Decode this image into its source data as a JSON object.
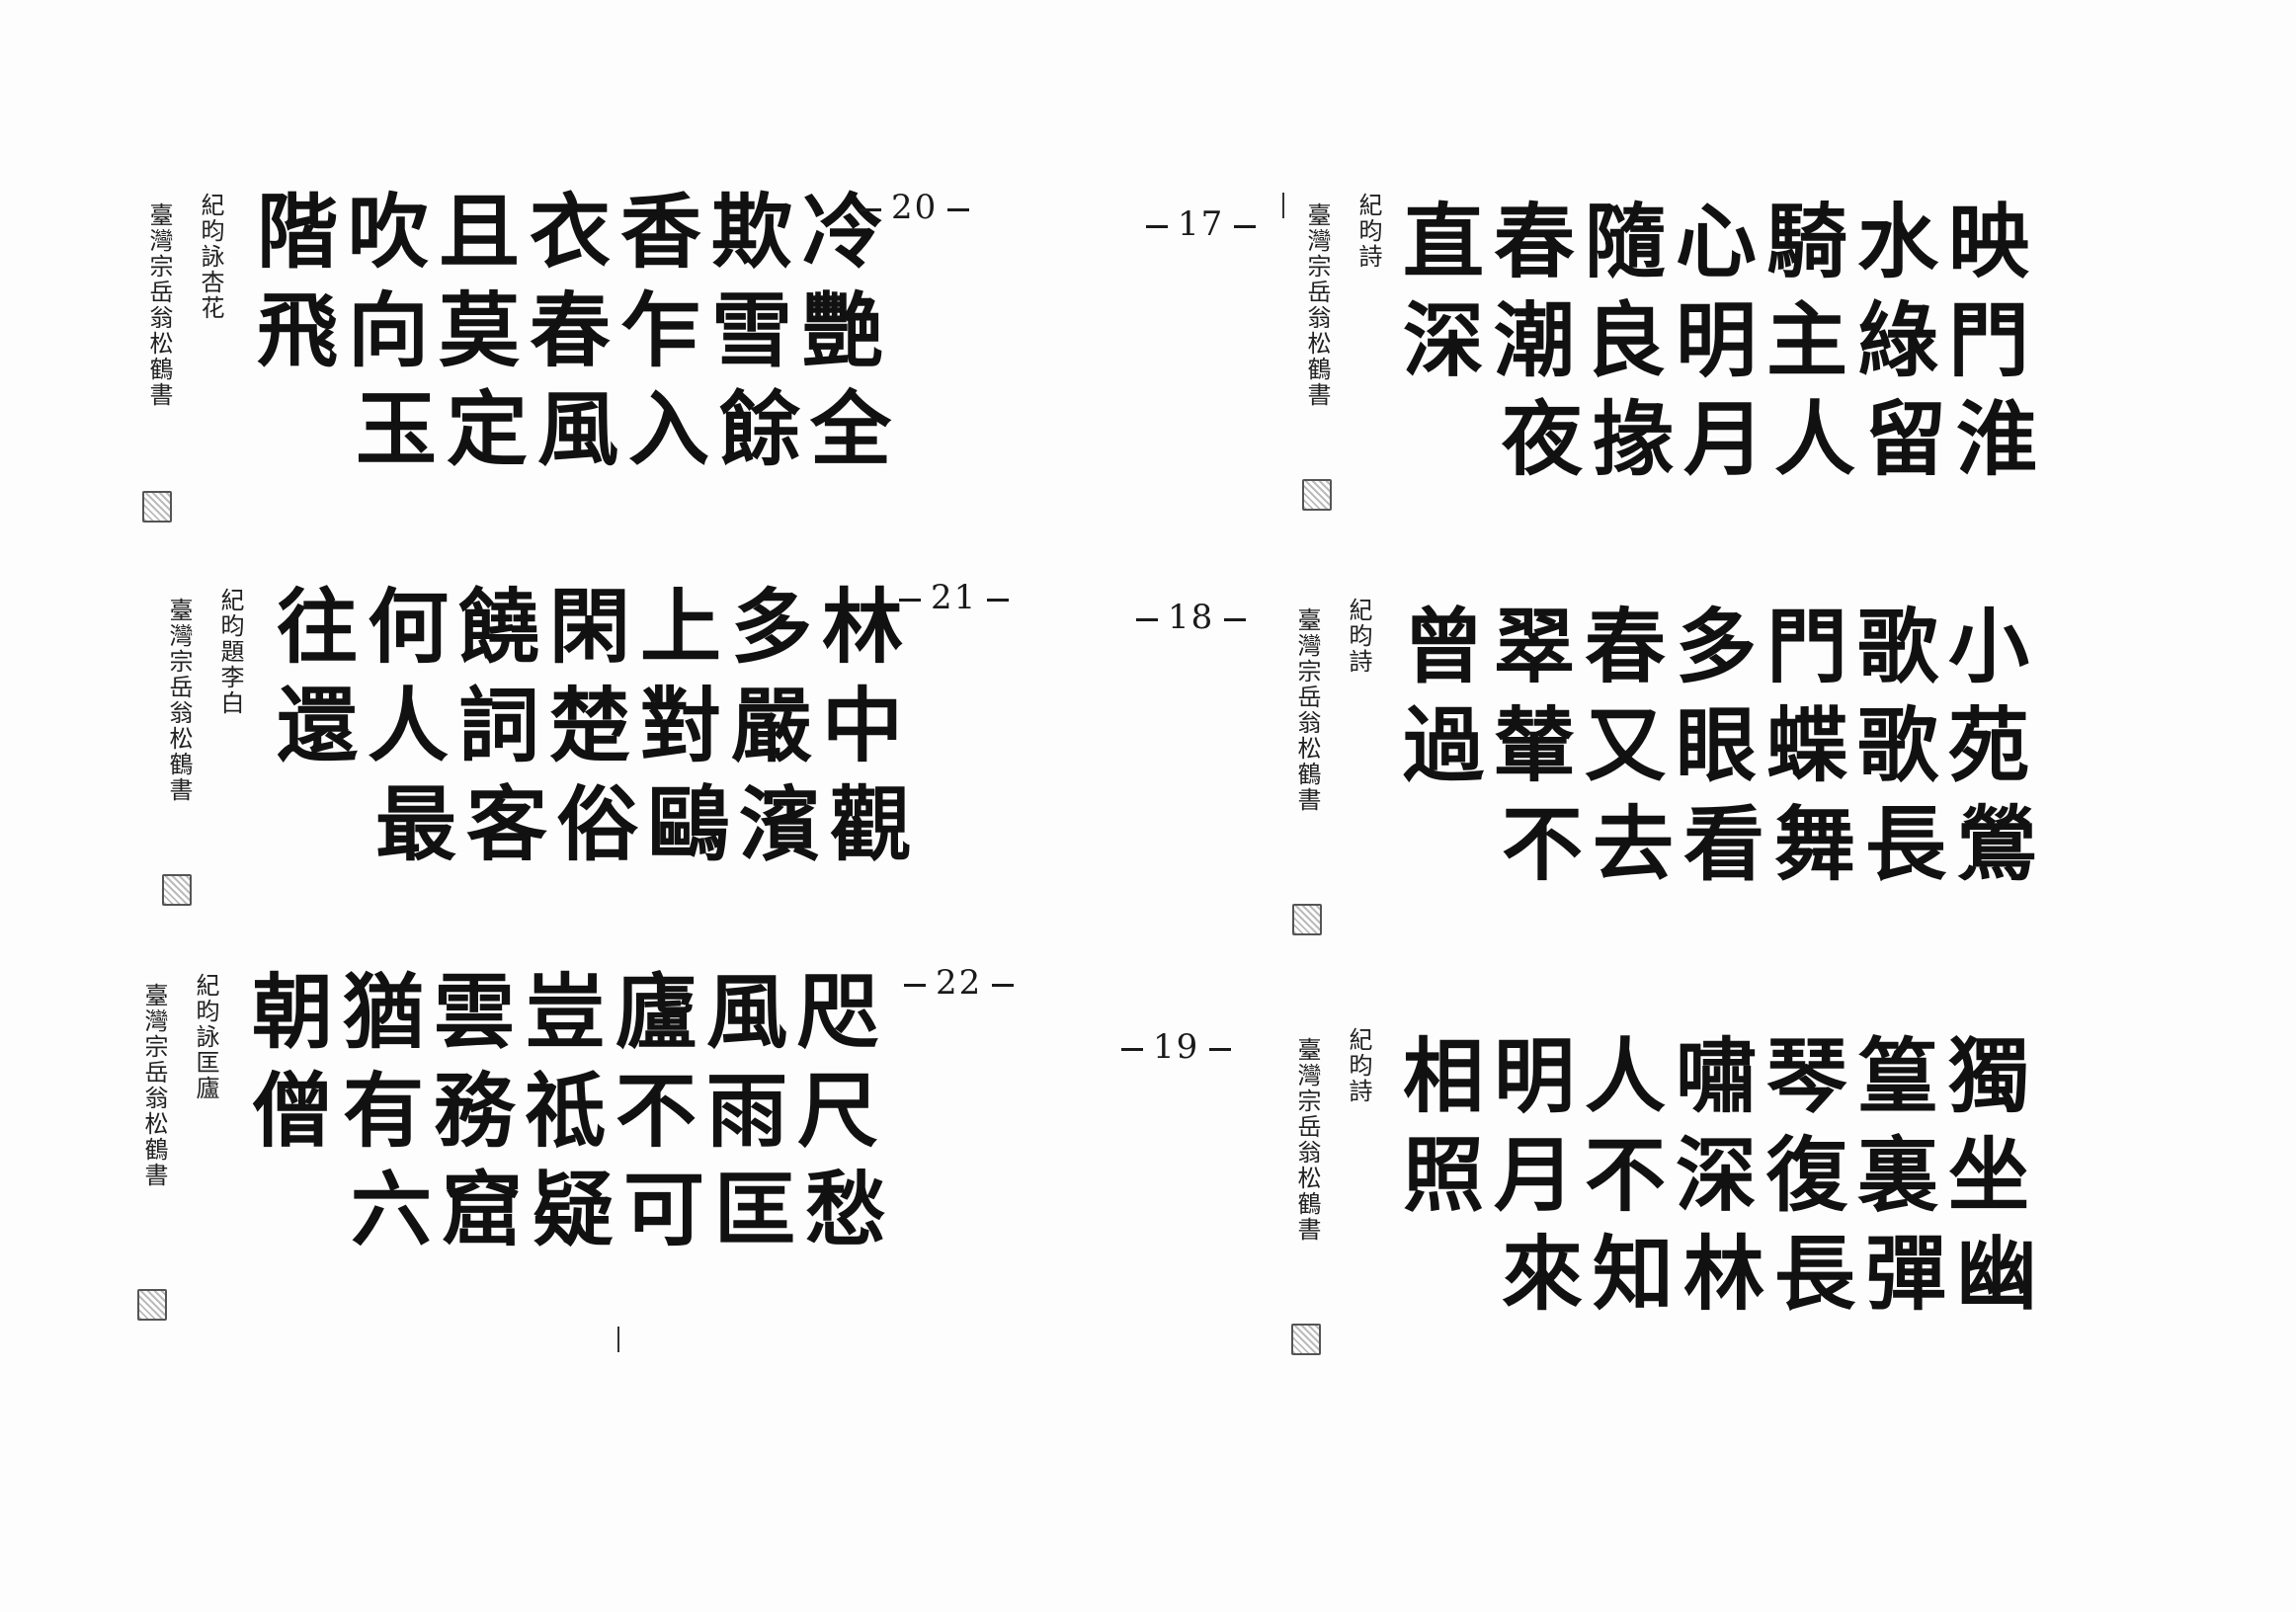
{
  "panels": {
    "p20": {
      "number": "20",
      "lines": [
        "階吹且衣香欺冷",
        "飛向莫春乍雪艷",
        "玉定風入餘全"
      ],
      "inscription_1": "紀昀詠杏花",
      "inscription_2": "臺灣宗岳翁松鶴書"
    },
    "p21": {
      "number": "21",
      "lines": [
        "往何饒閑上多林",
        "還人詞楚對嚴中",
        "最客俗鷗濱觀"
      ],
      "inscription_1": "紀昀題李白",
      "inscription_2": "臺灣宗岳翁松鶴書"
    },
    "p22": {
      "number": "22",
      "lines": [
        "朝猶雲豈廬風咫",
        "僧有務祗不雨尺",
        "六窟疑可匡愁"
      ],
      "inscription_1": "紀昀詠匡廬",
      "inscription_2": "臺灣宗岳翁松鶴書"
    },
    "p17": {
      "number": "17",
      "lines": [
        "直春隨心騎水映",
        "深潮良明主綠門",
        "夜掾月人留淮"
      ],
      "inscription_1": "紀昀詩",
      "inscription_2": "臺灣宗岳翁松鶴書"
    },
    "p18": {
      "number": "18",
      "lines": [
        "曾翠春多門歌小",
        "過輦又眼蝶歌苑",
        "不去看舞長鶯"
      ],
      "inscription_1": "紀昀詩",
      "inscription_2": "臺灣宗岳翁松鶴書"
    },
    "p19": {
      "number": "19",
      "lines": [
        "相明人嘯琴篁獨",
        "照月不深復裏坐",
        "來知林長彈幽"
      ],
      "inscription_1": "紀昀詩",
      "inscription_2": "臺灣宗岳翁松鶴書"
    }
  }
}
